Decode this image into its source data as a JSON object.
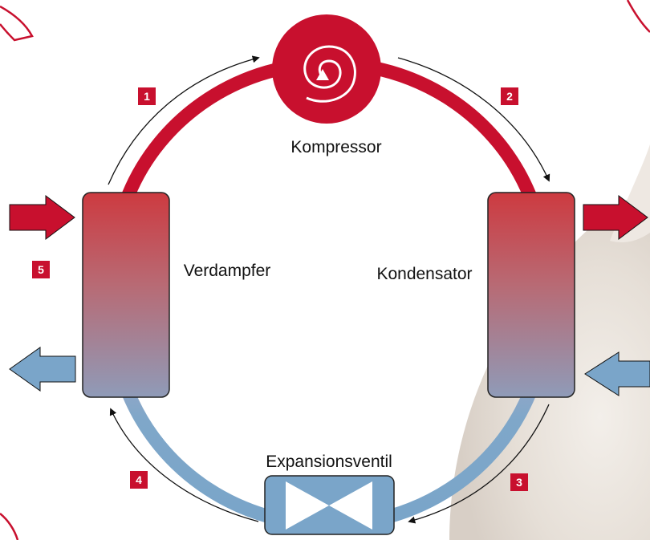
{
  "colors": {
    "hot": "#c8102e",
    "cold": "#7fa7c9",
    "background_person": "#e9e3dc"
  },
  "labels": {
    "compressor": "Kompressor",
    "evaporator": "Verdampfer",
    "condenser": "Kondensator",
    "expansion_valve": "Expansionsventil"
  },
  "steps": [
    "1",
    "2",
    "3",
    "4",
    "5"
  ],
  "icons": {
    "compressor": "spiral-compressor-icon",
    "valve": "bowtie-valve-icon",
    "flow": "flow-arrow-icon"
  }
}
